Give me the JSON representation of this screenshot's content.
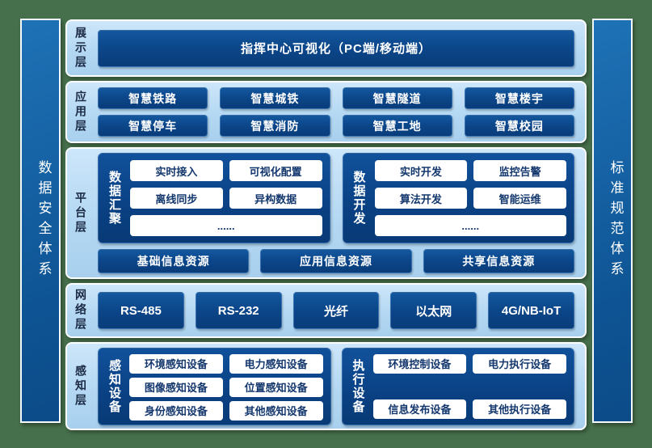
{
  "colors": {
    "background_green": "#466f4b",
    "panel_light_blue": "#b4d8f3",
    "dark_box_blue": "#0c478b",
    "side_bar_blue": "#0e5494",
    "white_box_text": "#14386e",
    "layer_label_text": "#1c2b45"
  },
  "left_bar": {
    "label": "数据安全体系"
  },
  "right_bar": {
    "label": "标准规范体系"
  },
  "layers": {
    "display": {
      "label": "展示层",
      "box": "指挥中心可视化（PC端/移动端）"
    },
    "application": {
      "label": "应用层",
      "items": [
        "智慧铁路",
        "智慧城铁",
        "智慧隧道",
        "智慧楼宇",
        "智慧停车",
        "智慧消防",
        "智慧工地",
        "智慧校园"
      ]
    },
    "platform": {
      "label": "平台层",
      "groups": [
        {
          "name": "数据汇聚",
          "items": [
            "实时接入",
            "可视化配置",
            "离线同步",
            "异构数据"
          ],
          "more": "......"
        },
        {
          "name": "数据开发",
          "items": [
            "实时开发",
            "监控告警",
            "算法开发",
            "智能运维"
          ],
          "more": "......"
        }
      ],
      "resources": [
        "基础信息资源",
        "应用信息资源",
        "共享信息资源"
      ]
    },
    "network": {
      "label": "网络层",
      "items": [
        "RS-485",
        "RS-232",
        "光纤",
        "以太网",
        "4G/NB-IoT"
      ]
    },
    "perception": {
      "label": "感知层",
      "groups": [
        {
          "name": "感知设备",
          "items": [
            "环境感知设备",
            "电力感知设备",
            "图像感知设备",
            "位置感知设备",
            "身份感知设备",
            "其他感知设备"
          ]
        },
        {
          "name": "执行设备",
          "items": [
            "环境控制设备",
            "电力执行设备",
            "信息发布设备",
            "其他执行设备"
          ]
        }
      ]
    }
  }
}
